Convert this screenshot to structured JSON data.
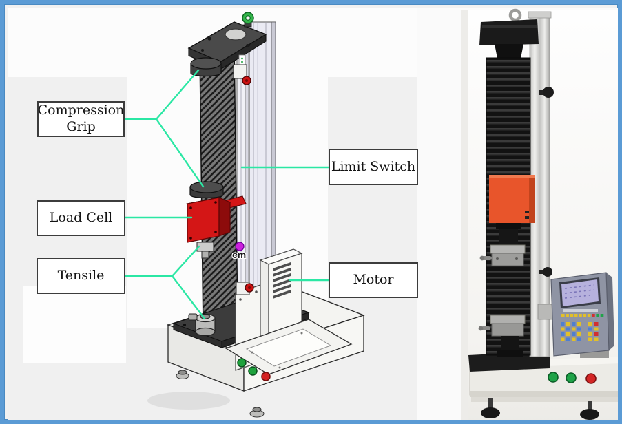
{
  "figure": {
    "subject": "Tensile testing machine labeled diagram and photograph",
    "frame_border_color": "#5b9bd5",
    "callout_line_color": "#2be7a4"
  },
  "diagram": {
    "name": "cad-illustration-tensile-tester",
    "labels": {
      "compression_grip": "Compression Grip",
      "load_cell": "Load Cell",
      "tensile": "Tensile",
      "limit_switch": "Limit Switch",
      "motor": "Motor"
    },
    "marker": {
      "text": "cm",
      "ball_color": "#cc22dd"
    },
    "part_colors": {
      "load_cell_red": "#d41616",
      "column_gray": "#787878",
      "top_plate_dark": "#4a4a4a",
      "eye_ring_green": "#33b54a",
      "knob_red": "#cc1111",
      "panel_buttons": [
        "green",
        "green",
        "red"
      ]
    }
  },
  "photo": {
    "name": "photograph-tensile-tester",
    "part_colors": {
      "moving_head_orange": "#e8552b",
      "bellows_black": "#141414",
      "display_screen_lavender": "#b6b1dd",
      "base_buttons": [
        "green",
        "green",
        "red"
      ]
    }
  }
}
